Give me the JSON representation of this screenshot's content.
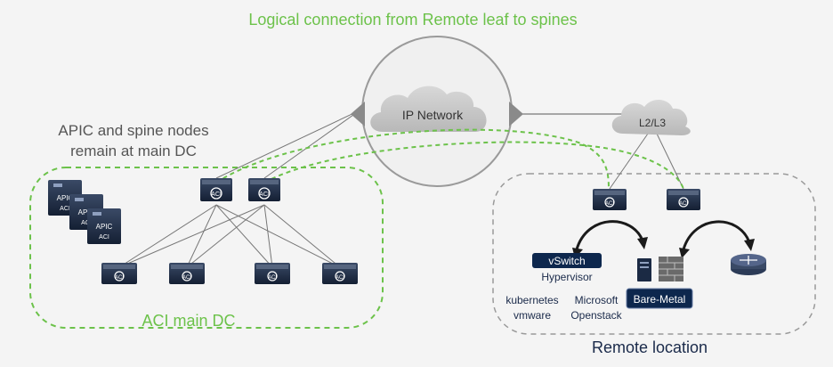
{
  "title": "Logical connection from Remote leaf to spines",
  "apic_note_line1": "APIC and spine nodes",
  "apic_note_line2": "remain at main DC",
  "ip_network_label": "IP Network",
  "l2l3_label": "L2/L3",
  "main_dc_label": "ACI main DC",
  "remote_location_label": "Remote location",
  "apic_label": "APIC",
  "aci_label": "ACI",
  "vswitch_label": "vSwitch",
  "hypervisor_label": "Hypervisor",
  "kubernetes_label": "kubernetes",
  "vmware_label": "vmware",
  "microsoft_label": "Microsoft",
  "openstack_label": "Openstack",
  "baremetal_label": "Bare-Metal",
  "colors": {
    "accent_green": "#6cc24a",
    "device_navy": "#1b2a44",
    "label_navy": "#0d274d",
    "text_gray": "#555555",
    "cloud_gray": "#c8c8c8"
  }
}
